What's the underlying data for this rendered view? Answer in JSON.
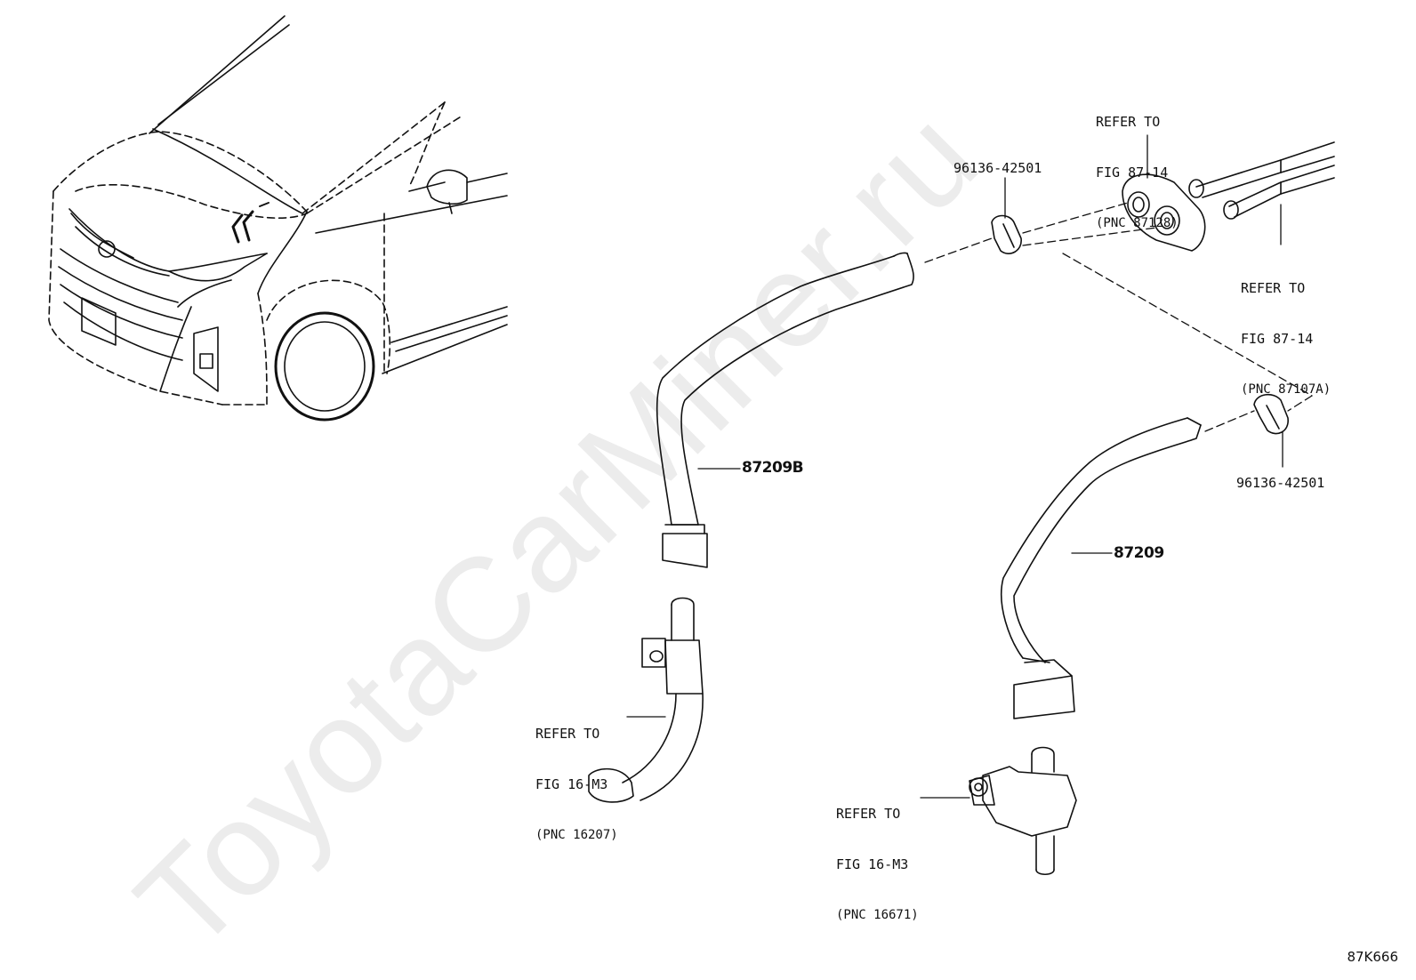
{
  "watermark": "ToyotaCarMiner.ru",
  "figure_id": "87K666",
  "part_numbers": {
    "hose_b": "87209B",
    "hose": "87209",
    "clip_upper": "96136-42501",
    "clip_lower": "96136-42501"
  },
  "references": {
    "grommet": {
      "line1": "REFER TO",
      "line2": "FIG 87-14",
      "line3": "(PNC 87128)"
    },
    "pipes": {
      "line1": "REFER TO",
      "line2": "FIG 87-14",
      "line3": "(PNC 87107A)"
    },
    "connector": {
      "line1": "REFER TO",
      "line2": "FIG 16-M3",
      "line3": "(PNC 16207)"
    },
    "pump": {
      "line1": "REFER TO",
      "line2": "FIG 16-M3",
      "line3": "(PNC 16671)"
    }
  }
}
